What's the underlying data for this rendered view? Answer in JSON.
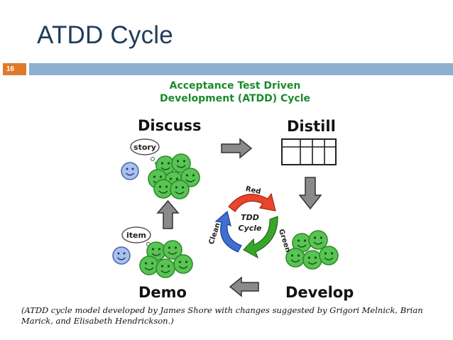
{
  "slide": {
    "title": "ATDD Cycle",
    "number": "16"
  },
  "diagram": {
    "title_line1": "Acceptance Test Driven",
    "title_line2": "Development (ATDD) Cycle",
    "stages": {
      "discuss": "Discuss",
      "distill": "Distill",
      "develop": "Develop",
      "demo": "Demo"
    },
    "tags": {
      "story": "story",
      "item": "item"
    },
    "tdd": {
      "center_line1": "TDD",
      "center_line2": "Cycle",
      "red": "Red",
      "green": "Green",
      "clean": "Clean"
    },
    "colors": {
      "team_face": "#4fbf4a",
      "customer_face": "#9bb6ea",
      "red_arrow": "#e8452c",
      "green_arrow": "#3aa52a",
      "blue_arrow": "#3f6fd6"
    }
  },
  "caption": "(ATDD cycle model developed by James Shore with changes suggested by Grigori Melnick, Brian Marick, and Elisabeth Hendrickson.)"
}
